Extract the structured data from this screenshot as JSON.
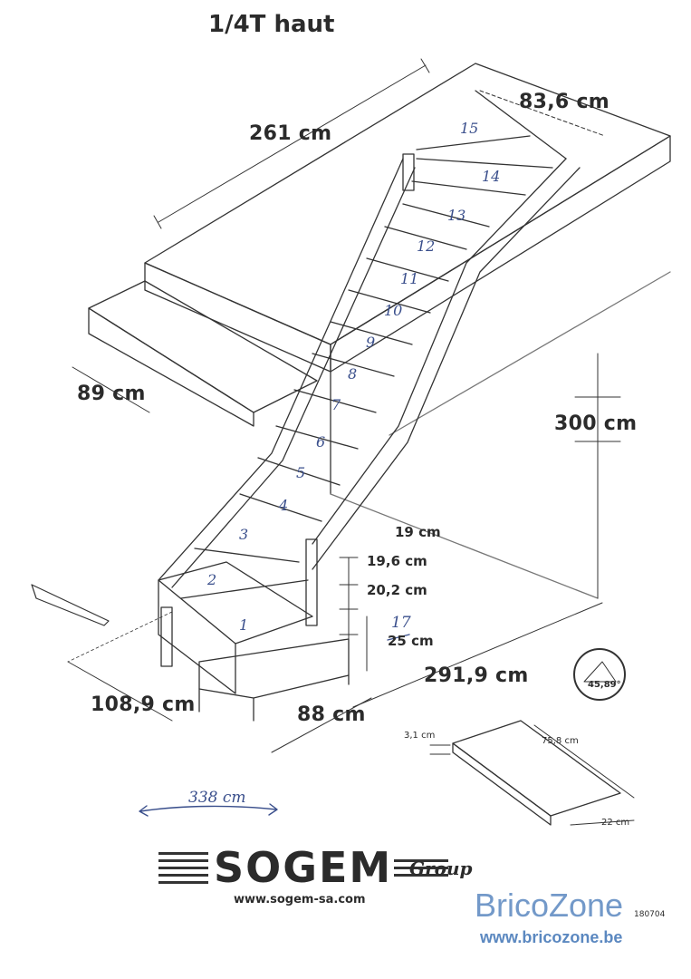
{
  "title": "1/4T haut",
  "dimensions": {
    "length_261": "261 cm",
    "width_83": "83,6 cm",
    "depth_89": "89  cm",
    "height_300": "300 cm",
    "riser_19": "19 cm",
    "riser_196": "19,6 cm",
    "riser_202": "20,2 cm",
    "base_25": "25 cm",
    "base_17": "17",
    "run_2919": "291,9 cm",
    "base_1089": "108,9 cm",
    "base_88": "88 cm",
    "handwritten_338": "338 cm",
    "angle": "45,89°"
  },
  "step_numbers": [
    "1",
    "2",
    "3",
    "4",
    "5",
    "6",
    "7",
    "8",
    "9",
    "10",
    "11",
    "12",
    "13",
    "14",
    "15"
  ],
  "tread": {
    "thickness": "3,1 cm",
    "length": "75,8 cm",
    "depth": "22 cm"
  },
  "brand": {
    "name": "SOGEM",
    "group": "Group",
    "url": "www.sogem-sa.com",
    "code": "180704"
  },
  "watermark": {
    "name": "BricoZone",
    "url": "www.bricozone.be"
  },
  "colors": {
    "ink": "#2b2b2b",
    "handwriting": "#3a4f8c",
    "watermark": "#5b88c0"
  }
}
